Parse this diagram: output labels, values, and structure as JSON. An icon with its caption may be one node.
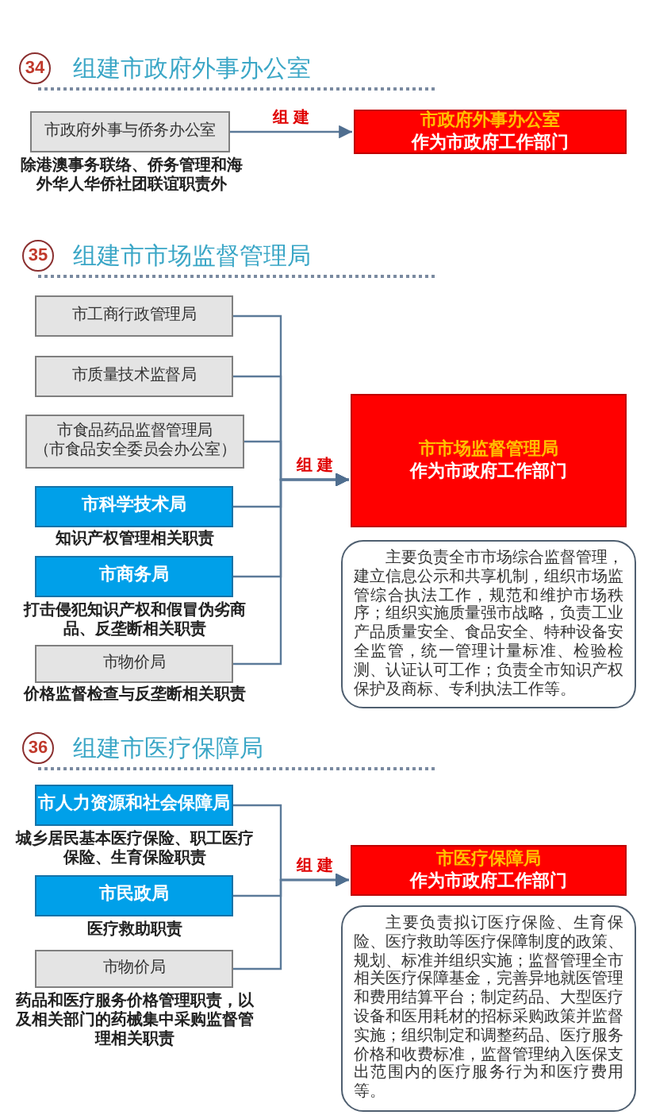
{
  "diagram": {
    "nodes": [
      {
        "text": [
          "34"
        ]
      },
      {
        "text": [
          "市政府外事与侨务办公室"
        ],
        "beside": [
          "除港澳事务联络、侨务管理和海外华人华侨社团联谊职责外"
        ]
      },
      {
        "text": [
          "市政府外事办公室",
          "作为市政府工作部门"
        ]
      },
      {
        "text": [
          "35"
        ]
      },
      {
        "text": [
          "市工商行政管理局"
        ]
      },
      {
        "text": [
          "市质量技术监督局"
        ]
      },
      {
        "text": [
          "市食品药品监督管理局",
          "（市食品安全委员会办公室）"
        ]
      },
      {
        "text": [
          "市科学技术局"
        ],
        "beside": [
          "知识产权管理相关职责"
        ]
      },
      {
        "text": [
          "市商务局"
        ],
        "beside": [
          "打击侵犯知识产权和假冒伪劣商品、反垄断相关职责"
        ]
      },
      {
        "text": [
          "市物价局"
        ],
        "beside": [
          "价格监督检查与反垄断相关职责"
        ]
      },
      {
        "text": [
          "市市场监督管理局",
          "作为市政府工作部门"
        ]
      },
      {
        "text": [
          "主要负责全市市场综合监督管理，建立信息公示和共享机制，组织市场监管综合执法工作，规范和维护市场秩序；组织实施质量强市战略，负责工业产品质量安全、食品安全、特种设备安全监管，统一管理计量标准、检验检测、认证认可工作；负责全市知识产权保护及商标、专利执法工作等。"
        ]
      },
      {
        "text": [
          "36"
        ]
      },
      {
        "text": [
          "市人力资源和社会保障局"
        ],
        "beside": [
          "城乡居民基本医疗保险、职工医疗保险、生育保险职责"
        ]
      },
      {
        "text": [
          "市民政局"
        ],
        "beside": [
          "医疗救助职责"
        ]
      },
      {
        "text": [
          "市物价局"
        ],
        "beside": [
          "药品和医疗服务价格管理职责，以及相关部门的药械集中采购监督管理相关职责"
        ]
      },
      {
        "text": [
          "市医疗保障局",
          "作为市政府工作部门"
        ]
      },
      {
        "text": [
          "主要负责拟订医疗保险、生育保险、医疗救助等医疗保障制度的政策、规划、标准并组织实施；监督管理全市相关医疗保障基金，完善异地就医管理和费用结算平台；制定药品、大型医疗设备和医用耗材的招标采购政策并监督实施；组织制定和调整药品、医疗服务价格和收费标准，监督管理纳入医保支出范围内的医疗服务行为和医疗费用等。"
        ]
      }
    ],
    "edges": [
      {
        "from": 1,
        "to": 2,
        "arrow": "to",
        "label": "组 建"
      },
      {
        "from": 4,
        "to": 10,
        "arrow": "to"
      },
      {
        "from": 5,
        "to": 10,
        "arrow": "to"
      },
      {
        "from": 6,
        "to": 10,
        "arrow": "to",
        "label": "组 建"
      },
      {
        "from": 7,
        "to": 10,
        "arrow": "to"
      },
      {
        "from": 8,
        "to": 10,
        "arrow": "to"
      },
      {
        "from": 9,
        "to": 10,
        "arrow": "to"
      },
      {
        "from": 13,
        "to": 16,
        "arrow": "to"
      },
      {
        "from": 14,
        "to": 16,
        "arrow": "to",
        "label": "组 建"
      },
      {
        "from": 15,
        "to": 16,
        "arrow": "to"
      }
    ],
    "labels": [
      "组建市政府外事办公室",
      "组建市市场监督管理局",
      "组建市医疗保障局"
    ]
  }
}
